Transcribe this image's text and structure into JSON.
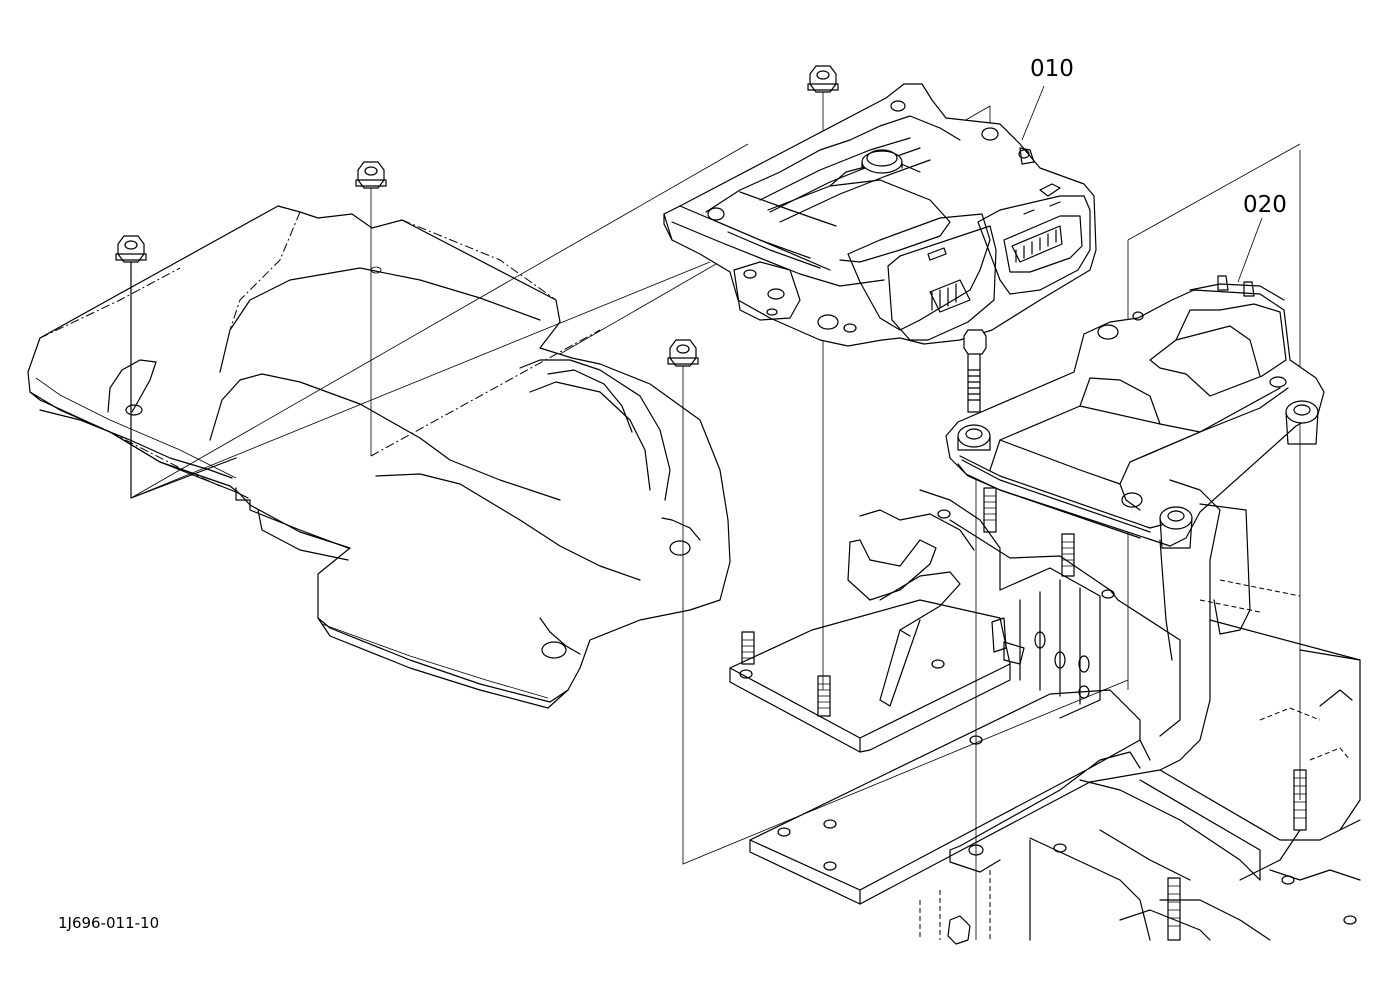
{
  "diagram": {
    "part_callouts": [
      {
        "id": "010",
        "label": "010"
      },
      {
        "id": "020",
        "label": "020"
      }
    ],
    "drawing_ref": "1J696-011-10"
  }
}
